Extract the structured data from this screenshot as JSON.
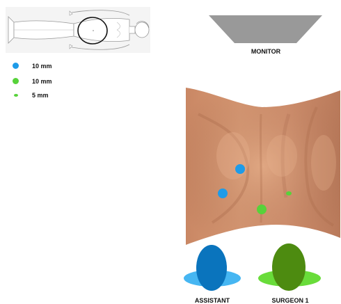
{
  "legend": [
    {
      "size_label": "10 mm",
      "color": "#1e9be8",
      "kind": "large-port"
    },
    {
      "size_label": "10 mm",
      "color": "#57d23a",
      "kind": "large-port"
    },
    {
      "size_label": "5 mm",
      "color": "#57d23a",
      "kind": "small-port"
    }
  ],
  "monitor": {
    "label": "MONITOR",
    "color": "#999999"
  },
  "staff": [
    {
      "label": "ASSISTANT",
      "head_color": "#0a74bd",
      "base_color": "#46b6f2"
    },
    {
      "label": "SURGEON 1",
      "head_color": "#4d8b10",
      "base_color": "#69dc3a"
    }
  ],
  "ports": [
    {
      "kind": "10mm",
      "color": "#1e9be8"
    },
    {
      "kind": "10mm",
      "color": "#1e9be8"
    },
    {
      "kind": "10mm",
      "color": "#57d23a"
    },
    {
      "kind": "5mm",
      "color": "#57d23a"
    }
  ]
}
